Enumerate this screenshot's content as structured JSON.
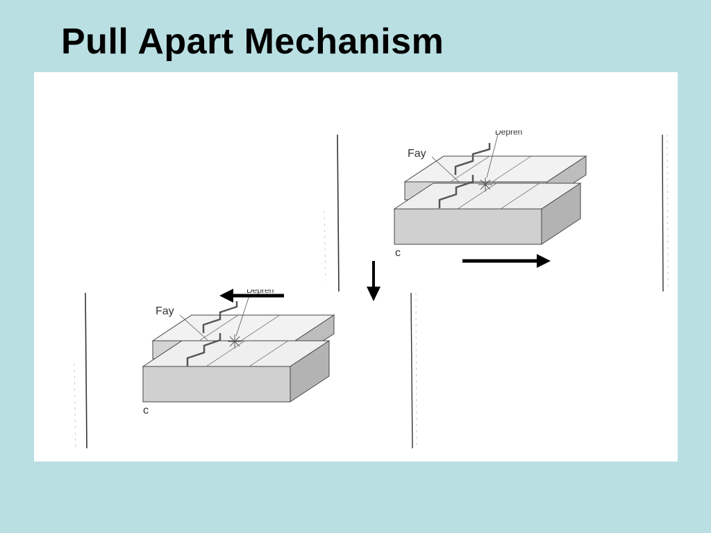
{
  "slide": {
    "title": "Pull Apart Mechanism"
  },
  "diagram": {
    "top_panel": {
      "fault_label": "Fay",
      "cut_label": "Depren",
      "letter": "c"
    },
    "bottom_panel": {
      "fault_label": "Fay",
      "cut_label": "Depren",
      "letter": "c"
    }
  },
  "colors": {
    "background": "#b9dfe2",
    "panel": "#ffffff",
    "arrow": "#000000"
  },
  "icons": {
    "right_arrow": "arrow-right-icon",
    "down_arrow": "arrow-down-icon",
    "left_arrow": "arrow-left-icon"
  }
}
